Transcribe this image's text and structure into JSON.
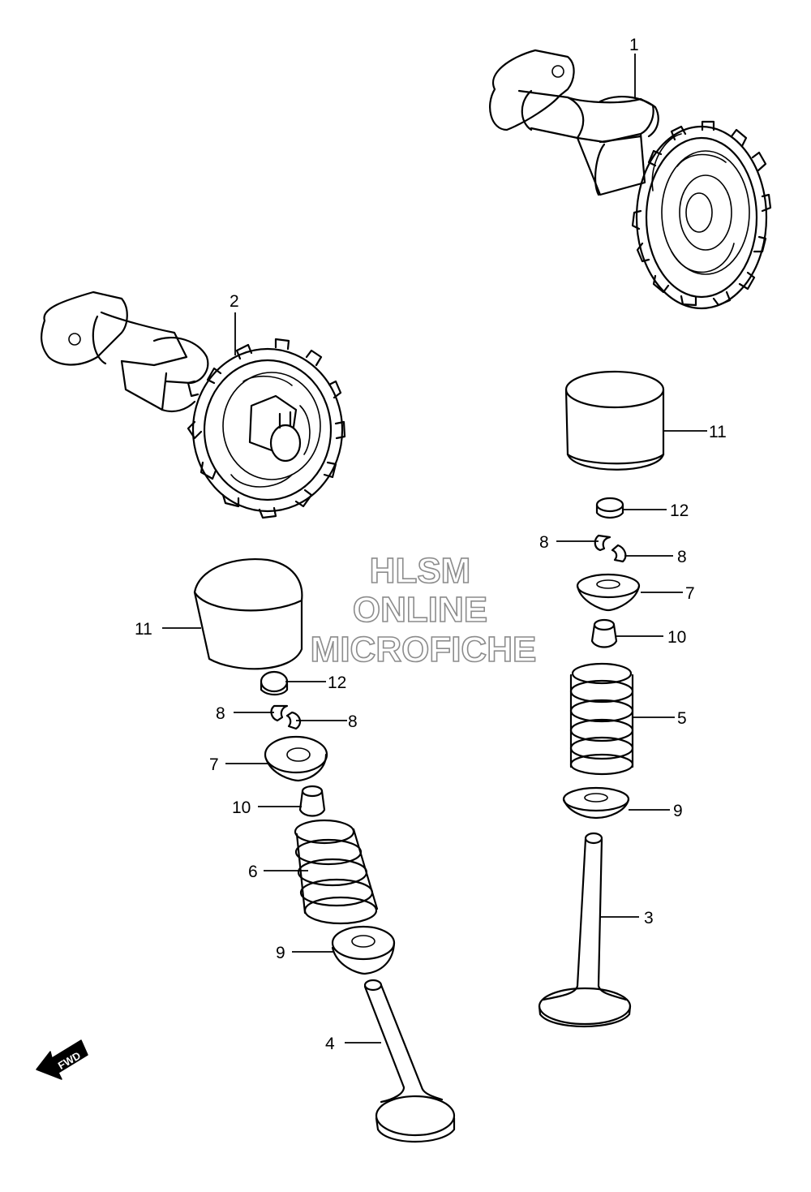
{
  "watermark": {
    "line1": "HLSM",
    "line2": "ONLINE",
    "line3": "MICROFICHE"
  },
  "direction_indicator": {
    "label": "FWD"
  },
  "callouts": {
    "c1": "1",
    "c2": "2",
    "c3": "3",
    "c4": "4",
    "c5": "5",
    "c6": "6",
    "c7_right": "7",
    "c7_left": "7",
    "c8_right_a": "8",
    "c8_right_b": "8",
    "c8_left_a": "8",
    "c8_left_b": "8",
    "c9_right": "9",
    "c9_left": "9",
    "c10_right": "10",
    "c10_left": "10",
    "c11_right": "11",
    "c11_left": "11",
    "c12_right": "12",
    "c12_left": "12"
  }
}
